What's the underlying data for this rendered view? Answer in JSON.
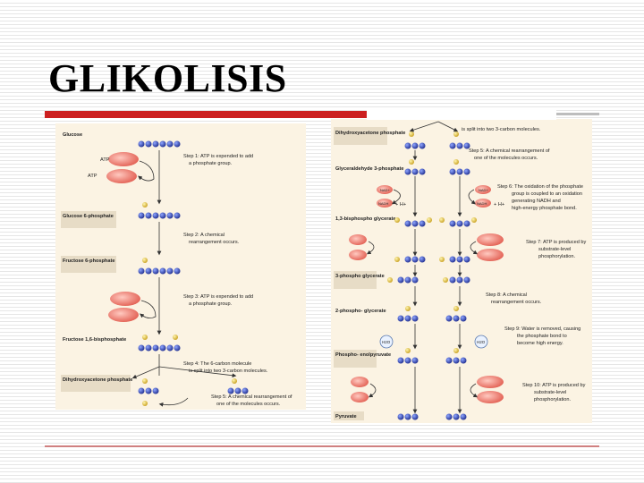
{
  "title": "GLIKOLISIS",
  "figure": {
    "left_column": {
      "molecules": [
        "Glucose",
        "Glucose 6-phosphate",
        "Fructose 6-phosphate",
        "Fructose 1,6-bisphosphate",
        "Dihydroxyacetone phosphate"
      ],
      "cofactors": [
        "ATP",
        "ATP"
      ],
      "steps": [
        [
          "Step 1: ATP is expended to add",
          "a phosphate group."
        ],
        [
          "Step 2: A chemical",
          "rearrangement occurs."
        ],
        [
          "Step 3: ATP is expended to add",
          "a phosphate group."
        ],
        [
          "Step 4: The 6-carbon molecule",
          "is split into two 3-carbon molecules."
        ],
        [
          "Step 5: A chemical rearrangement of",
          "one of the molecules occurs."
        ]
      ]
    },
    "right_column": {
      "molecules": [
        "Dihydroxyacetone phosphate",
        "Glyceraldehyde 3-phosphate",
        "1,3-bisphospho glycerate",
        "3-phospho glycerate",
        "2-phospho- glycerate",
        "Phospho- enolpyruvate",
        "Pyruvate"
      ],
      "cofactors": [
        "NAD+",
        "NADH",
        "NAD+",
        "NADH",
        "+ H+",
        "+ H+",
        "H2O",
        "H2O"
      ],
      "steps": [
        [
          "is split into two 3-carbon molecules."
        ],
        [
          "Step 5: A chemical rearrangement of",
          "one of the molecules occurs."
        ],
        [
          "Step 6: The oxidation of the phosphate",
          "group is coupled to an oxidation",
          "generating NADH and",
          "high-energy phosphate bond."
        ],
        [
          "Step 7: ATP is produced by",
          "substrate-level",
          "phosphorylation."
        ],
        [
          "Step 8: A chemical",
          "rearrangement occurs."
        ],
        [
          "Step 9: Water is removed, causing",
          "the phosphate bond to",
          "become high energy."
        ],
        [
          "Step 10: ATP is produced by",
          "substrate-level",
          "phosphorylation."
        ]
      ]
    }
  }
}
